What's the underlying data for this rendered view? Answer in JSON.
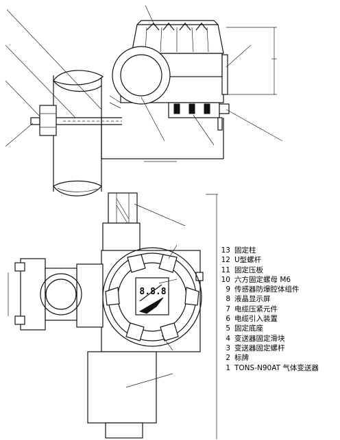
{
  "legend": {
    "items": [
      {
        "num": "13",
        "label": "固定柱"
      },
      {
        "num": "12",
        "label": "U型螺杆"
      },
      {
        "num": "11",
        "label": "固定压板"
      },
      {
        "num": "10",
        "label": "六方固定螺母 M6"
      },
      {
        "num": "9",
        "label": "传感器防爆腔体组件"
      },
      {
        "num": "8",
        "label": "液晶显示屏"
      },
      {
        "num": "7",
        "label": "电缆压紧元件"
      },
      {
        "num": "6",
        "label": "电缆引入装置"
      },
      {
        "num": "5",
        "label": "固定底座"
      },
      {
        "num": "4",
        "label": "变送器固定滑块"
      },
      {
        "num": "3",
        "label": "变送器固定螺杆"
      },
      {
        "num": "2",
        "label": "标牌"
      },
      {
        "num": "1",
        "label": "TONS-N90AT 气体变送器"
      }
    ]
  },
  "display": {
    "reading": "8.8.8"
  }
}
